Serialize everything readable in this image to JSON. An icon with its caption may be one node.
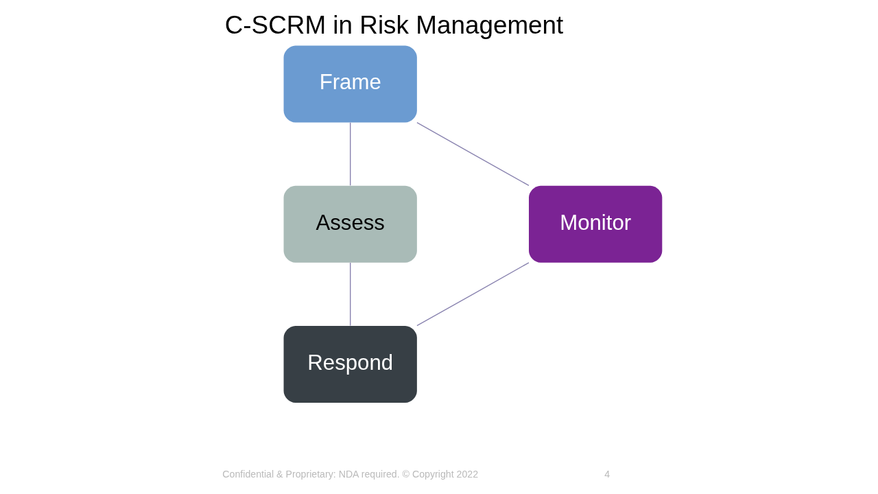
{
  "diagram": {
    "title": "C-SCRM in Risk Management",
    "nodes": [
      {
        "text": [
          "Frame"
        ]
      },
      {
        "text": [
          "Assess"
        ]
      },
      {
        "text": [
          "Respond"
        ]
      },
      {
        "text": [
          "Monitor"
        ]
      }
    ],
    "edges": [
      {
        "from": 0,
        "to": 1,
        "arrow": "none"
      },
      {
        "from": 1,
        "to": 2,
        "arrow": "none"
      },
      {
        "from": 2,
        "to": 3,
        "arrow": "none"
      },
      {
        "from": 3,
        "to": 0,
        "arrow": "none"
      }
    ],
    "labels": [
      "Confidential & Proprietary: NDA required. © Copyright 2022",
      "4"
    ]
  }
}
